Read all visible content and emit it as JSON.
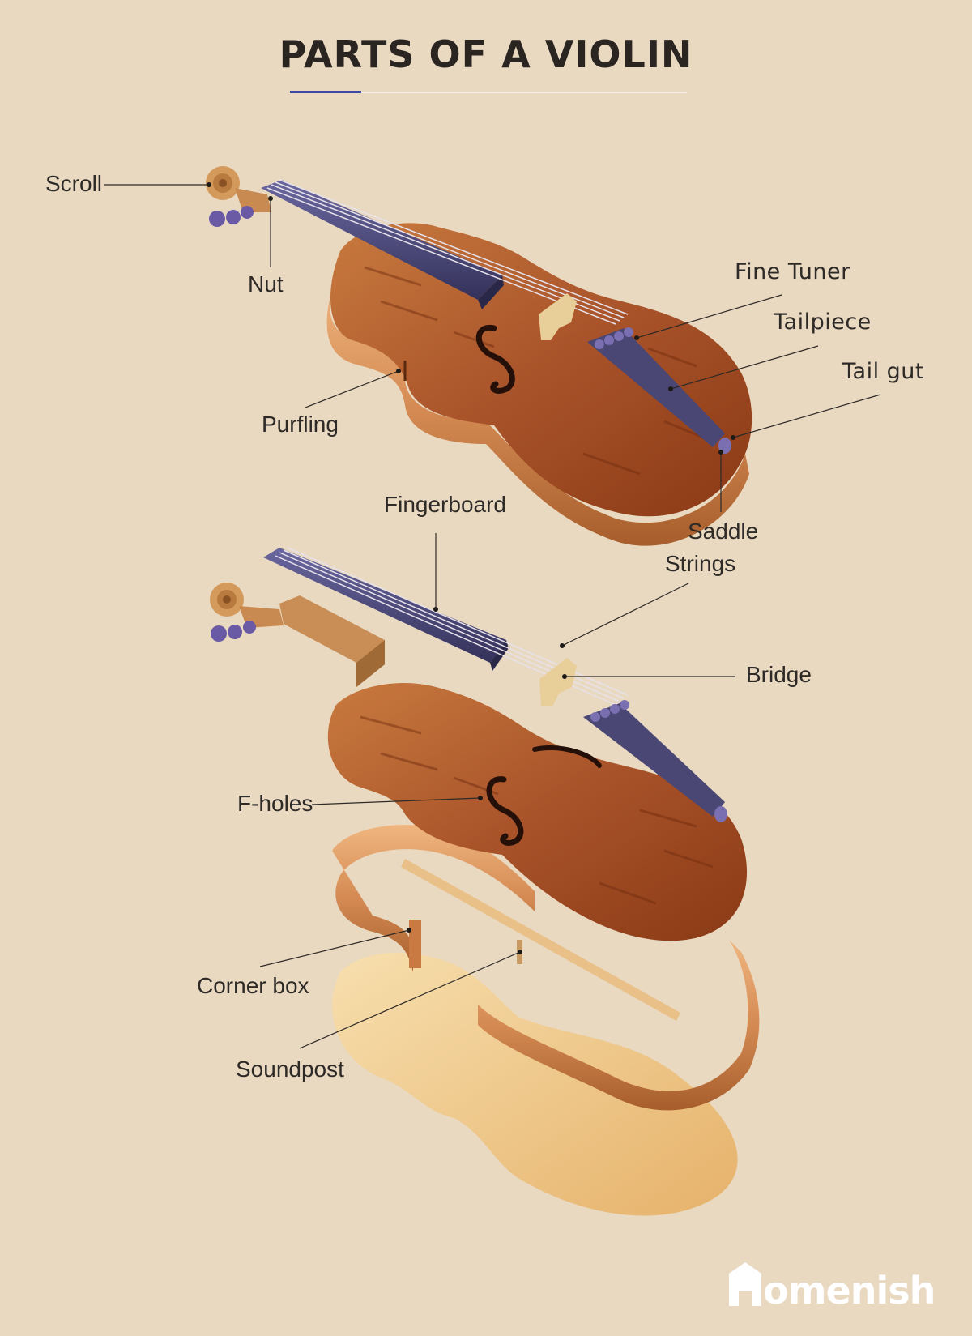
{
  "title": "PARTS OF A VIOLIN",
  "brand": "omenish",
  "labels": {
    "scroll": "Scroll",
    "nut": "Nut",
    "fine_tuner": "Fine Tuner",
    "tailpiece": "Tailpiece",
    "tail_gut": "Tail gut",
    "purfling": "Purfling",
    "fingerboard": "Fingerboard",
    "saddle": "Saddle",
    "strings": "Strings",
    "bridge": "Bridge",
    "f_holes": "F-holes",
    "corner_box": "Corner box",
    "soundpost": "Soundpost"
  },
  "colors": {
    "background": "#e9d9c1",
    "wood": "#b5622e",
    "wood_dark": "#7a3512",
    "rib": "#d9935a",
    "fingerboard": "#4b4876",
    "back_plate": "#f0c983",
    "accent": "#3a4a9c"
  }
}
